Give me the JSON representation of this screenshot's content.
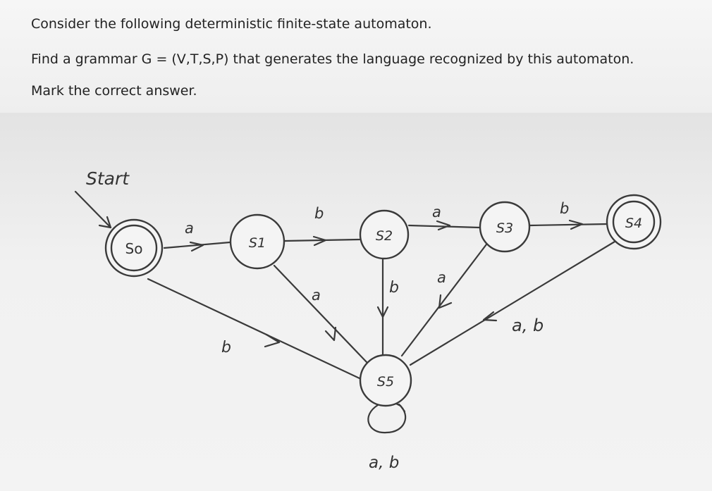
{
  "question": {
    "line1": "Consider the following deterministic finite-state automaton.",
    "line2": "Find a grammar G = (V,T,S,P) that generates the language recognized by this automaton.",
    "line3": "Mark the correct answer."
  },
  "automaton": {
    "start_label": "Start",
    "states": {
      "s0": "So",
      "s1": "S1",
      "s2": "S2",
      "s3": "S3",
      "s4": "S4",
      "s5": "S5"
    },
    "accepting_states": [
      "s0",
      "s4"
    ],
    "transitions": [
      {
        "from": "s0",
        "to": "s1",
        "label": "a"
      },
      {
        "from": "s1",
        "to": "s2",
        "label": "b"
      },
      {
        "from": "s2",
        "to": "s3",
        "label": "a"
      },
      {
        "from": "s3",
        "to": "s4",
        "label": "b"
      },
      {
        "from": "s0",
        "to": "s5",
        "label": "b"
      },
      {
        "from": "s1",
        "to": "s5",
        "label": "a"
      },
      {
        "from": "s2",
        "to": "s5",
        "label": "b"
      },
      {
        "from": "s3",
        "to": "s5",
        "label": "a"
      },
      {
        "from": "s4",
        "to": "s5",
        "label": "a, b"
      },
      {
        "from": "s5",
        "to": "s5",
        "label": "a, b"
      }
    ]
  }
}
